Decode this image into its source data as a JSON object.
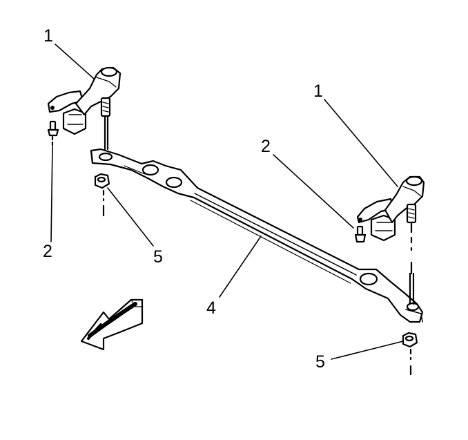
{
  "callouts": {
    "pitman_arm_left": "1",
    "pitman_arm_right": "1",
    "bolt_right": "2",
    "bolt_left": "2",
    "nut_left": "5",
    "relay_rod": "4",
    "nut_right": "5"
  },
  "colors": {
    "line": "#000000",
    "fill": "#ffffff"
  },
  "icons": {
    "direction_arrow": "front-direction-arrow-icon"
  }
}
